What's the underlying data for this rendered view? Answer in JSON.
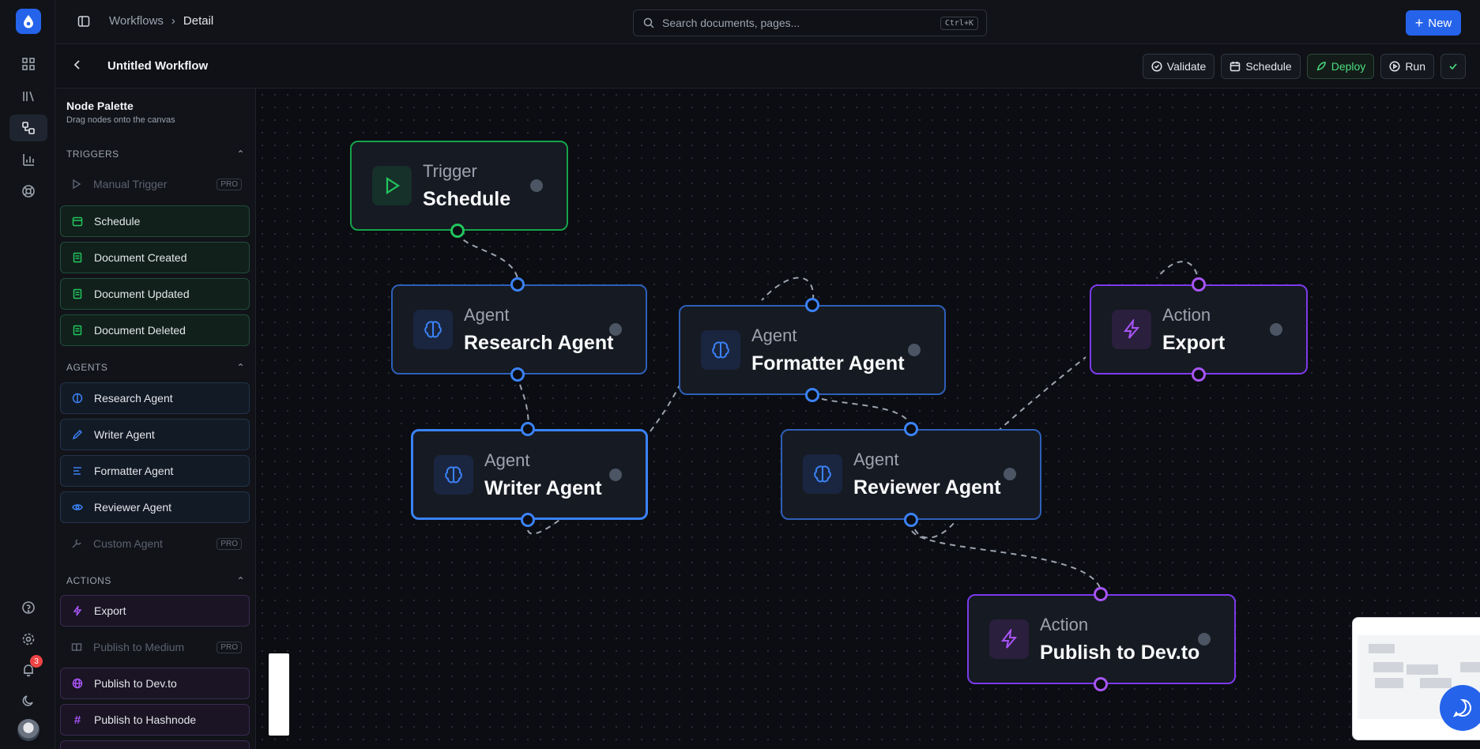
{
  "breadcrumbs": [
    "Workflows",
    "Detail"
  ],
  "search": {
    "placeholder": "Search documents, pages...",
    "shortcut": "Ctrl+K"
  },
  "header": {
    "new_label": "New"
  },
  "rail": {
    "notification_count": "3"
  },
  "workflow": {
    "title": "Untitled Workflow",
    "actions": {
      "validate": "Validate",
      "schedule": "Schedule",
      "deploy": "Deploy",
      "run": "Run"
    }
  },
  "palette": {
    "title": "Node Palette",
    "subtitle": "Drag nodes onto the canvas",
    "pro_label": "PRO",
    "sections": {
      "triggers": "TRIGGERS",
      "agents": "AGENTS",
      "actions": "ACTIONS"
    },
    "triggers": [
      "Manual Trigger",
      "Schedule",
      "Document Created",
      "Document Updated",
      "Document Deleted"
    ],
    "agents": [
      "Research Agent",
      "Writer Agent",
      "Formatter Agent",
      "Reviewer Agent",
      "Custom Agent"
    ],
    "actions": [
      "Export",
      "Publish to Medium",
      "Publish to Dev.to",
      "Publish to Hashnode"
    ]
  },
  "nodes": {
    "schedule": {
      "type": "Trigger",
      "name": "Schedule"
    },
    "research": {
      "type": "Agent",
      "name": "Research Agent"
    },
    "formatter": {
      "type": "Agent",
      "name": "Formatter Agent"
    },
    "export": {
      "type": "Action",
      "name": "Export"
    },
    "writer": {
      "type": "Agent",
      "name": "Writer Agent"
    },
    "reviewer": {
      "type": "Agent",
      "name": "Reviewer Agent"
    },
    "devto": {
      "type": "Action",
      "name": "Publish to Dev.to"
    }
  },
  "colors": {
    "trigger": "#16a34a",
    "agent": "#3b82f6",
    "action": "#a855f7",
    "brand": "#2563eb"
  }
}
